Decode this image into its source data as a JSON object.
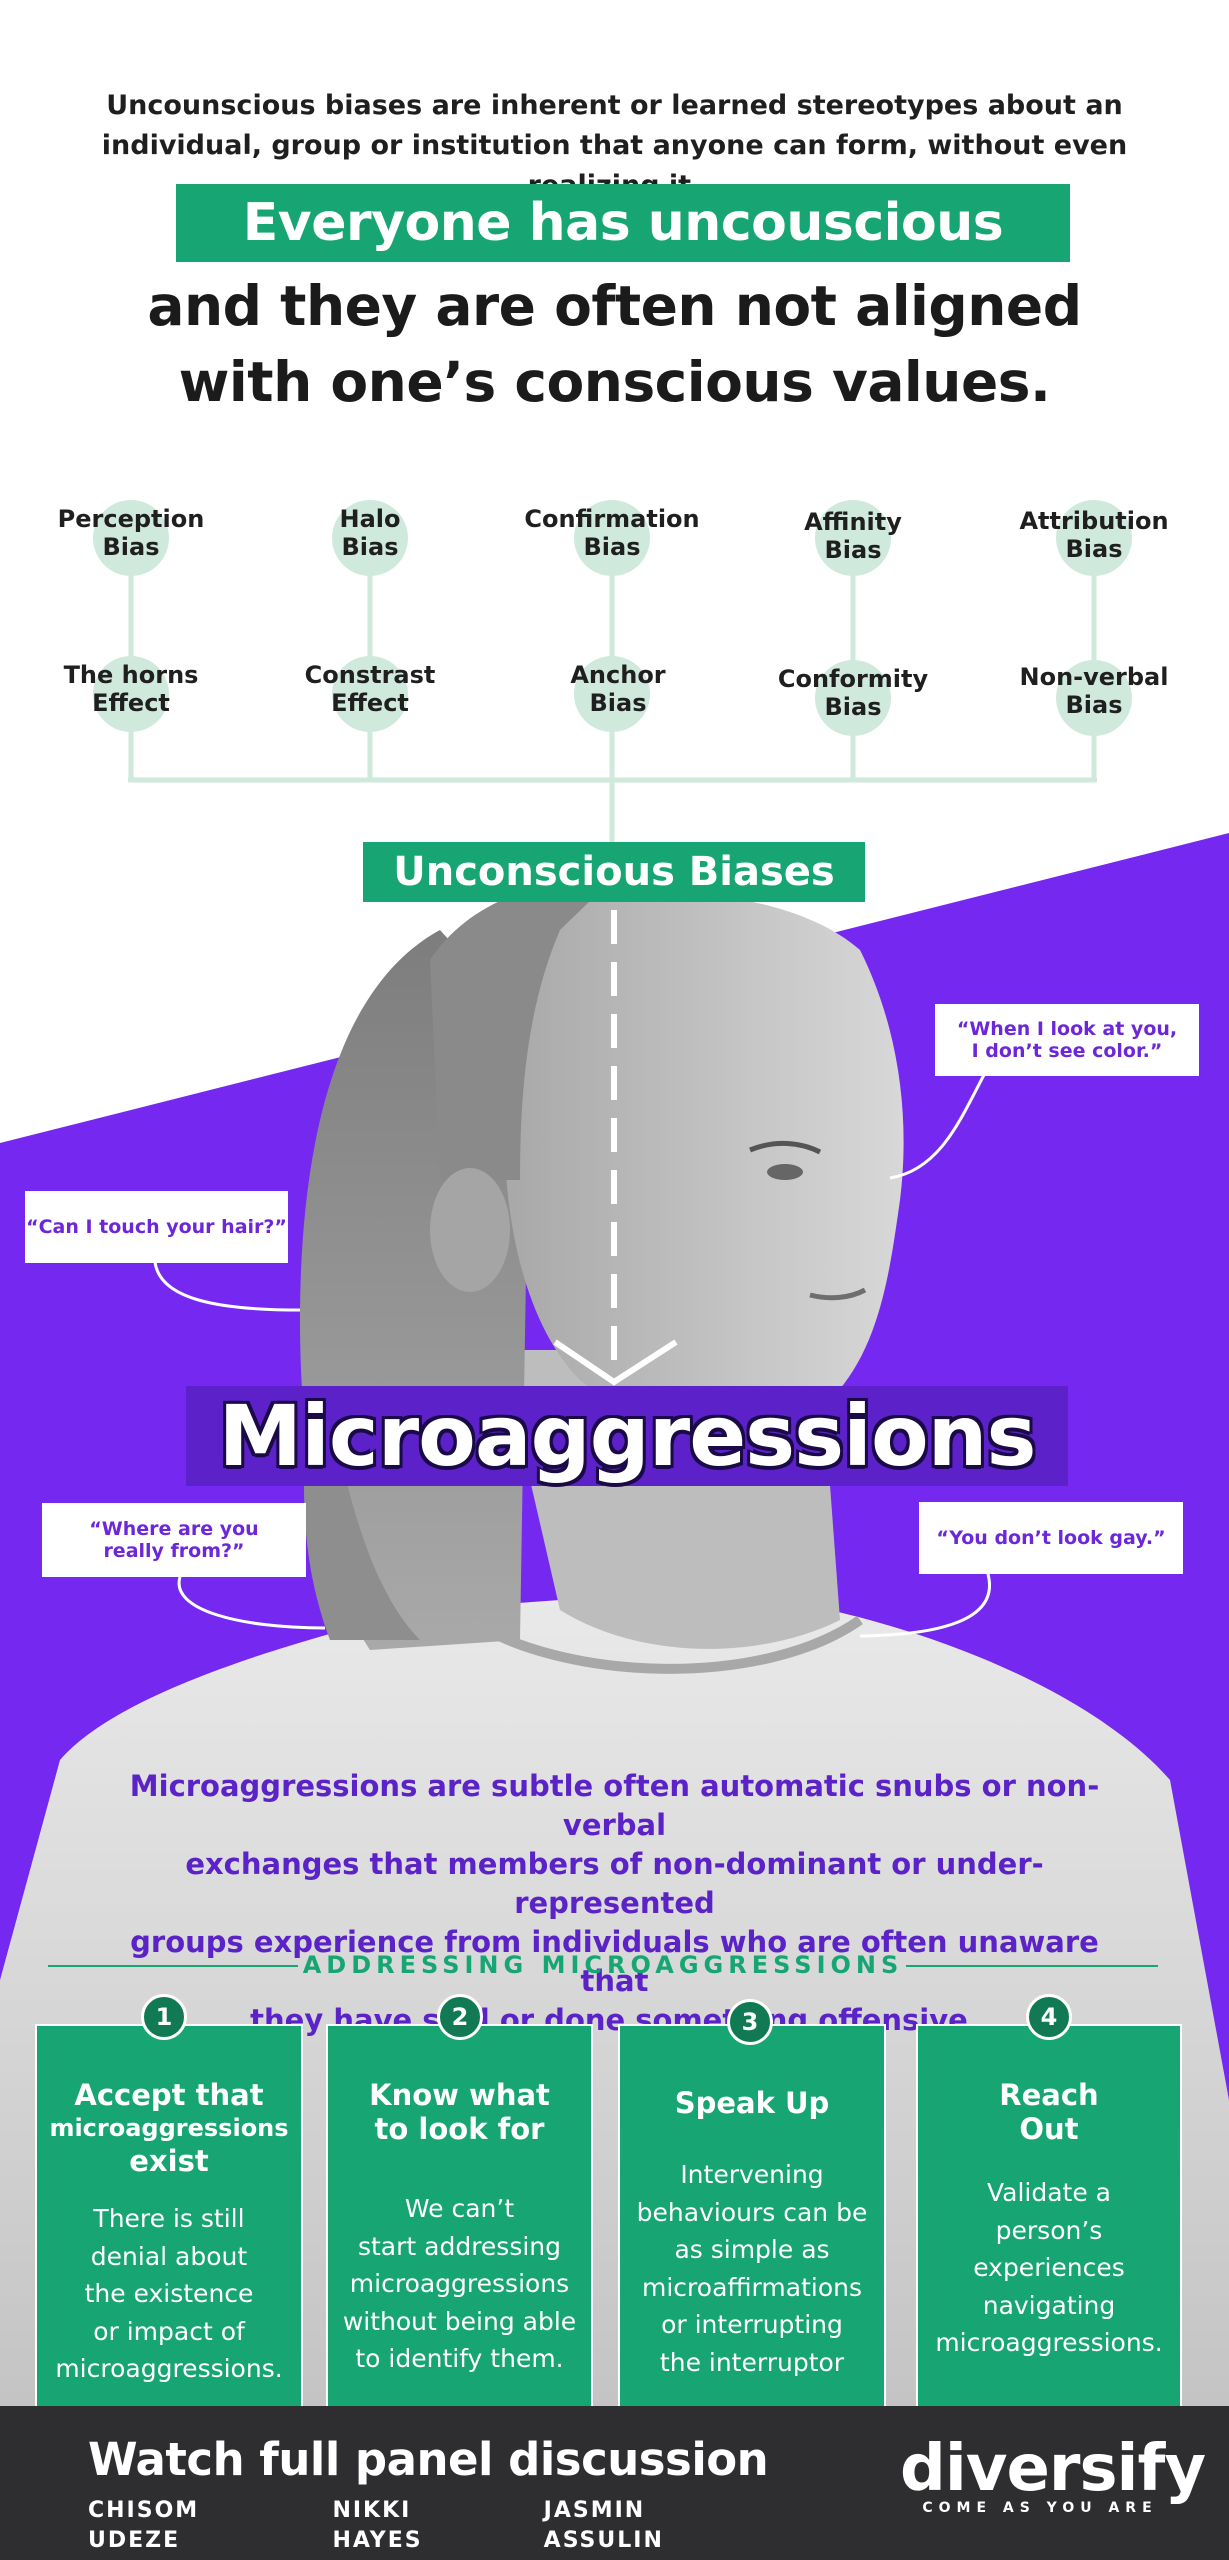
{
  "intro": {
    "line1": "Uncounscious biases are inherent or learned stereotypes about an",
    "line2": "individual, group or institution that anyone can form, without even realizing it."
  },
  "headline": {
    "highlight": "Everyone has uncouscious bias",
    "line2": "and they are often not aligned",
    "line3": "with one’s conscious values."
  },
  "biases_top": [
    {
      "l1": "Perception",
      "l2": "Bias"
    },
    {
      "l1": "Halo",
      "l2": "Bias"
    },
    {
      "l1": "Confirmation",
      "l2": "Bias"
    },
    {
      "l1": "Affinity",
      "l2": "Bias"
    },
    {
      "l1": "Attribution",
      "l2": "Bias"
    }
  ],
  "biases_bottom": [
    {
      "l1": "The horns",
      "l2": "Effect"
    },
    {
      "l1": "Constrast",
      "l2": "Effect"
    },
    {
      "l1": "Anchor",
      "l2": "Bias"
    },
    {
      "l1": "Conformity",
      "l2": "Bias"
    },
    {
      "l1": "Non-verbal",
      "l2": "Bias"
    }
  ],
  "tree_title": "Unconscious Biases",
  "quotes": {
    "q1": {
      "l1": "“When I look at you,",
      "l2": "I don’t see color.”"
    },
    "q2": "“Can I touch your hair?”",
    "q3": {
      "l1": "“Where are you",
      "l2": "really from?”"
    },
    "q4": "“You don’t look gay.”"
  },
  "micro_title": "Microaggressions",
  "description": {
    "l1": "Microaggressions are subtle often automatic snubs or non-verbal",
    "l2": "exchanges that members of non-dominant or under-represented",
    "l3": "groups experience from individuals who are often unaware that",
    "l4": "they have said or done something offensive."
  },
  "addressing_title": "ADDRESSING MICROAGGRESSIONS",
  "steps": [
    {
      "num": "1",
      "t1": "Accept that",
      "t2": "microaggressions",
      "t3": "exist",
      "b": [
        "There is still",
        "denial about",
        "the existence",
        "or impact of",
        "microaggressions."
      ]
    },
    {
      "num": "2",
      "t1": "Know what",
      "t2": "to look for",
      "b": [
        "We can’t",
        "start addressing",
        "microaggressions",
        "without being able",
        "to identify them."
      ]
    },
    {
      "num": "3",
      "t1": "Speak Up",
      "b": [
        "Intervening",
        "behaviours can be",
        "as simple as",
        "microaffirmations",
        "or interrupting",
        "the interruptor"
      ]
    },
    {
      "num": "4",
      "t1": "Reach",
      "t2": "Out",
      "b": [
        "Validate a",
        "person’s",
        "experiences",
        "navigating",
        "microaggressions."
      ]
    }
  ],
  "footer": {
    "watch": "Watch full panel discussion",
    "names": [
      "CHISOM UDEZE",
      "NIKKI HAYES",
      "JASMIN ASSULIN"
    ],
    "logo": "diversify",
    "tagline": "COME AS YOU ARE"
  },
  "colors": {
    "green": "#17a673",
    "purple": "#7428f0",
    "deep_purple": "#5c21c9",
    "node": "#cfe9dd",
    "footer": "#2e2e30"
  }
}
